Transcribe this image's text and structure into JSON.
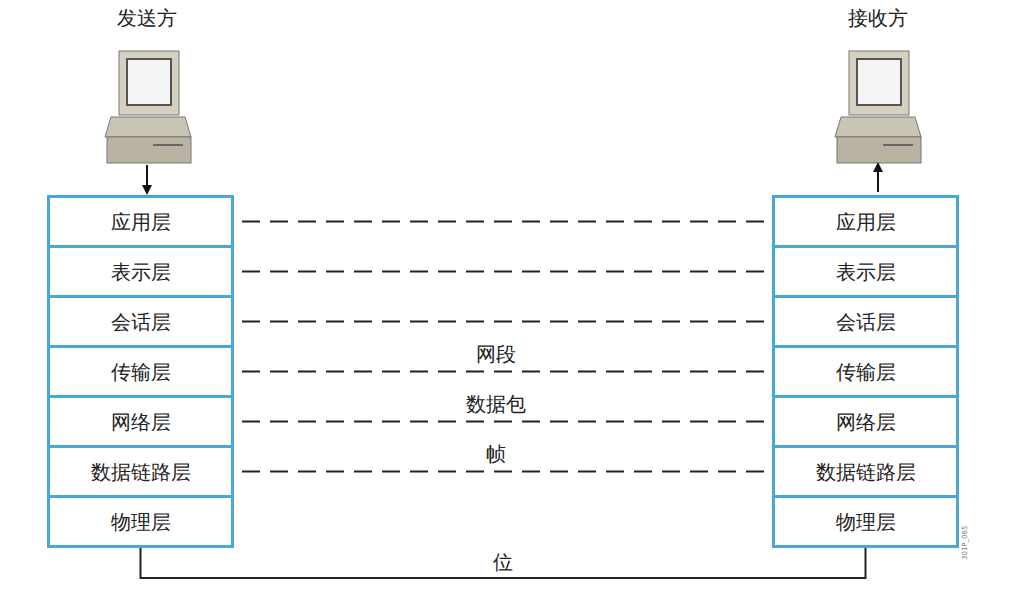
{
  "diagram": {
    "nodes": [
      {
        "text": [
          "应用层"
        ]
      },
      {
        "text": [
          "表示层"
        ]
      },
      {
        "text": [
          "会话层"
        ]
      },
      {
        "text": [
          "传输层"
        ]
      },
      {
        "text": [
          "网络层"
        ]
      },
      {
        "text": [
          "数据链路层"
        ]
      },
      {
        "text": [
          "物理层"
        ]
      },
      {
        "text": [
          "应用层"
        ]
      },
      {
        "text": [
          "表示层"
        ]
      },
      {
        "text": [
          "会话层"
        ]
      },
      {
        "text": [
          "传输层"
        ]
      },
      {
        "text": [
          "网络层"
        ]
      },
      {
        "text": [
          "数据链路层"
        ]
      },
      {
        "text": [
          "物理层"
        ]
      }
    ],
    "edges": [
      {
        "from": 0,
        "to": 7,
        "arrow": "none"
      },
      {
        "from": 1,
        "to": 8,
        "arrow": "none"
      },
      {
        "from": 2,
        "to": 9,
        "arrow": "none"
      },
      {
        "from": 3,
        "to": 10,
        "label": "网段",
        "arrow": "none"
      },
      {
        "from": 4,
        "to": 11,
        "label": "数据包",
        "arrow": "none"
      },
      {
        "from": 5,
        "to": 12,
        "label": "帧",
        "arrow": "none"
      },
      {
        "from": 6,
        "to": 13,
        "label": "位",
        "arrow": "none"
      }
    ],
    "labels": [
      "发送方",
      "接收方",
      "301P_065"
    ]
  }
}
